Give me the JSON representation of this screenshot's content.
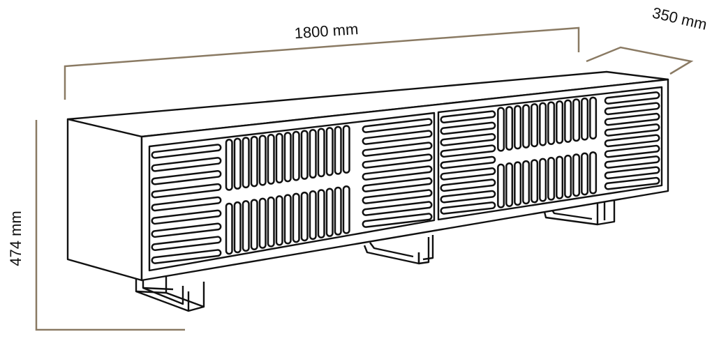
{
  "dimensions": {
    "width_label": "1800 mm",
    "depth_label": "350 mm",
    "height_label": "474 mm",
    "line_color": "#8a7a63"
  },
  "drawing": {
    "stroke_color": "#111111"
  }
}
